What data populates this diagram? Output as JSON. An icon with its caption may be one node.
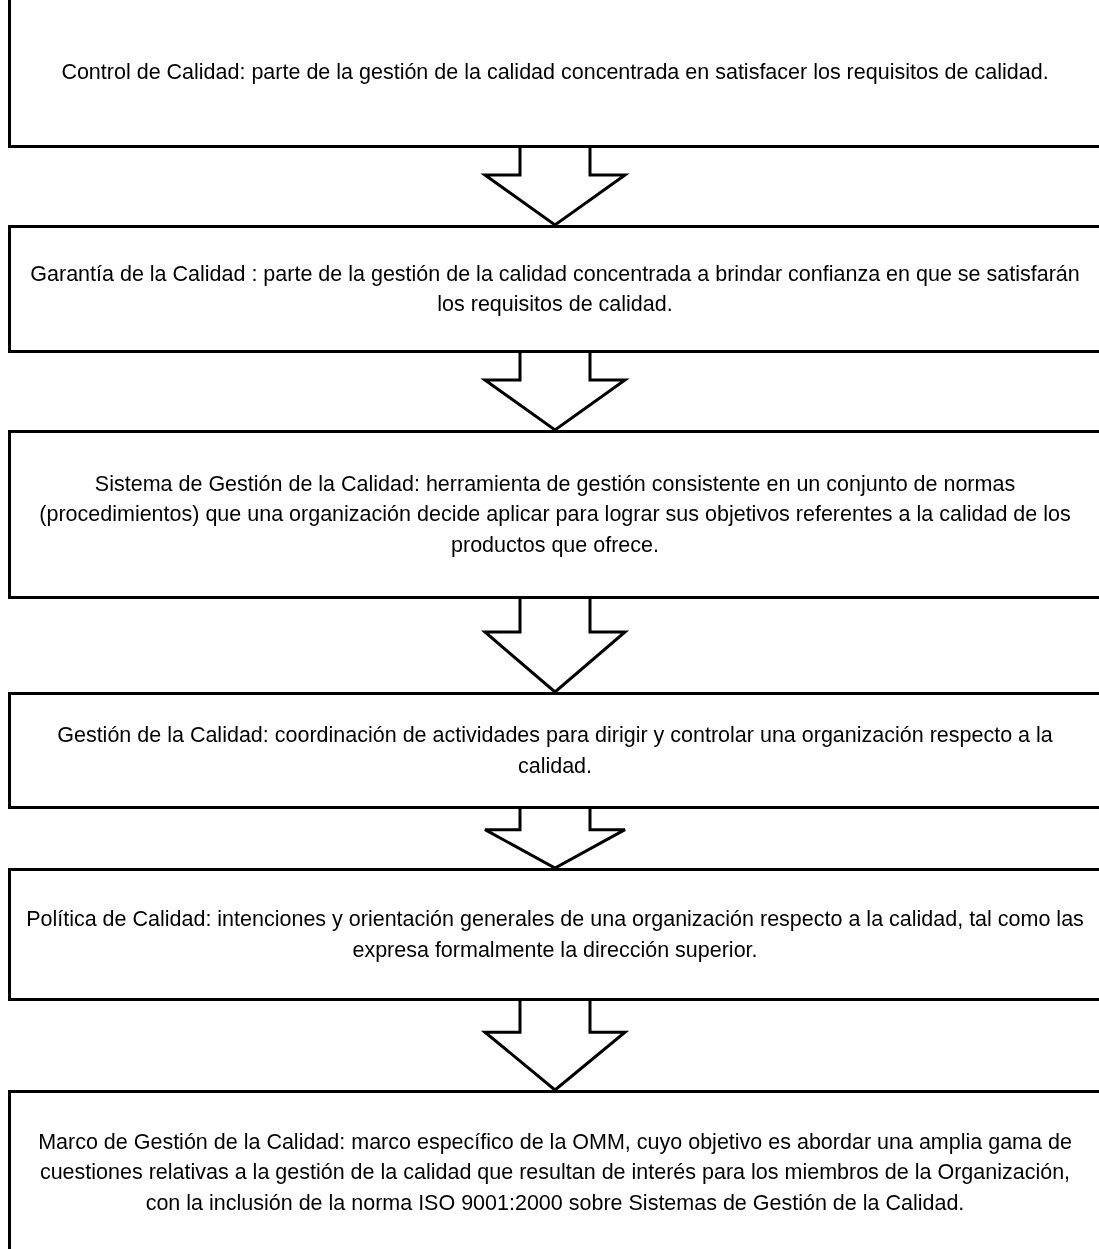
{
  "diagram": {
    "nodes": [
      {
        "text": [
          "Control de Calidad: parte de la gestión de la calidad concentrada en satisfacer los requisitos de calidad."
        ]
      },
      {
        "text": [
          "Garantía de la Calidad : parte de la gestión de la calidad concentrada a brindar confianza en que se satisfarán los requisitos de calidad."
        ]
      },
      {
        "text": [
          "Sistema de Gestión de la Calidad: herramienta de gestión consistente en un conjunto de normas (procedimientos) que una organización decide aplicar para lograr sus objetivos referentes a la calidad de los productos que ofrece."
        ]
      },
      {
        "text": [
          "Gestión de la Calidad: coordinación de actividades para dirigir y controlar una organización respecto a la calidad."
        ]
      },
      {
        "text": [
          "Política de Calidad: intenciones y orientación generales de una organización respecto a la calidad, tal como las expresa formalmente la dirección superior."
        ]
      },
      {
        "text": [
          "Marco de Gestión de la Calidad: marco específico de la OMM, cuyo objetivo es abordar una amplia gama de cuestiones relativas a la gestión de la calidad que resultan de interés para los miembros de la Organización, con la inclusión de la norma ISO 9001:2000 sobre Sistemas de Gestión de la Calidad."
        ]
      }
    ],
    "edges": [
      {
        "from": 0,
        "to": 1,
        "arrow": "to"
      },
      {
        "from": 1,
        "to": 2,
        "arrow": "to"
      },
      {
        "from": 2,
        "to": 3,
        "arrow": "to"
      },
      {
        "from": 3,
        "to": 4,
        "arrow": "to"
      },
      {
        "from": 4,
        "to": 5,
        "arrow": "to"
      }
    ]
  }
}
